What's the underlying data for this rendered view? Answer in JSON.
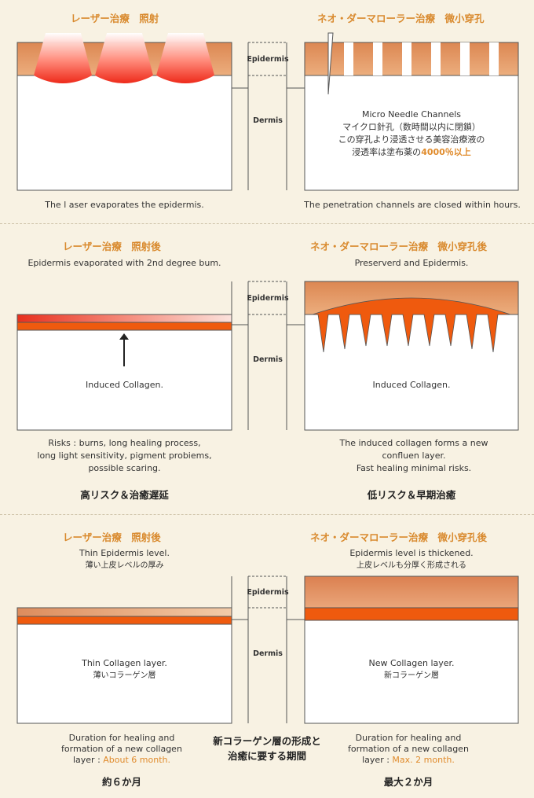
{
  "colors": {
    "title": "#d98a2e",
    "epidermis_band": "#e29060",
    "collagen": "#ef5a0e",
    "highlight": "#e08b2c",
    "background": "#f8f2e3"
  },
  "labels": {
    "epidermis": "Epidermis",
    "dermis": "Dermis"
  },
  "section1": {
    "left_title": "レーザー治療　照射",
    "right_title": "ネオ・ダーマローラー治療　微小穿孔",
    "right_center_line1": "Micro Needle Channels",
    "right_center_line2": "マイクロ針孔（数時間以内に閉鎖）",
    "right_center_line3": "この穿孔より浸透させる美容治療液の",
    "right_center_line4_prefix": "浸透率は塗布薬の",
    "right_center_line4_highlight": "4000％以上",
    "left_caption": "The  l aser evaporates the epidermis.",
    "right_caption": "The    penetration channels are closed within hours."
  },
  "section2": {
    "left_title": "レーザー治療　照射後",
    "right_title": "ネオ・ダーマローラー治療　微小穿孔後",
    "left_subtitle": "Epidermis evaporated with 2nd degree bum.",
    "right_subtitle": "Preserverd and Epidermis.",
    "left_center": "Induced Collagen.",
    "right_center": "Induced Collagen.",
    "left_risks_line1": "Risks : burns, long healing process,",
    "left_risks_line2": "long light sensitivity, pigment probiems,",
    "left_risks_line3": "possible scaring.",
    "right_desc_line1": "The induced collagen forms a new",
    "right_desc_line2": "confluen layer.",
    "right_desc_line3": "Fast healing minimal risks.",
    "left_summary": "高リスク＆治癒遅延",
    "right_summary": "低リスク＆早期治癒"
  },
  "section3": {
    "left_title": "レーザー治療　照射後",
    "right_title": "ネオ・ダーマローラー治療　微小穿孔後",
    "left_sub_en": "Thin Epidermis level.",
    "left_sub_jp": "薄い上皮レベルの厚み",
    "right_sub_en": "Epidermis level is thickened.",
    "right_sub_jp": "上皮レベルも分厚く形成される",
    "left_center_en": "Thin Collagen layer.",
    "left_center_jp": "薄いコラーゲン層",
    "right_center_en": "New Collagen layer.",
    "right_center_jp": "新コラーゲン層",
    "center_caption_line1": "新コラーゲン層の形成と",
    "center_caption_line2": "治癒に要する期間",
    "left_duration_line1": "Duration for healing and",
    "left_duration_line2": "formation of a new collagen",
    "left_duration_prefix": "layer : ",
    "left_duration_value": "About 6 month.",
    "right_duration_line1": "Duration for healing and",
    "right_duration_line2": "formation of a new collagen",
    "right_duration_prefix": "layer : ",
    "right_duration_value": "Max. 2 month.",
    "left_period": "約６か月",
    "right_period": "最大２か月"
  }
}
